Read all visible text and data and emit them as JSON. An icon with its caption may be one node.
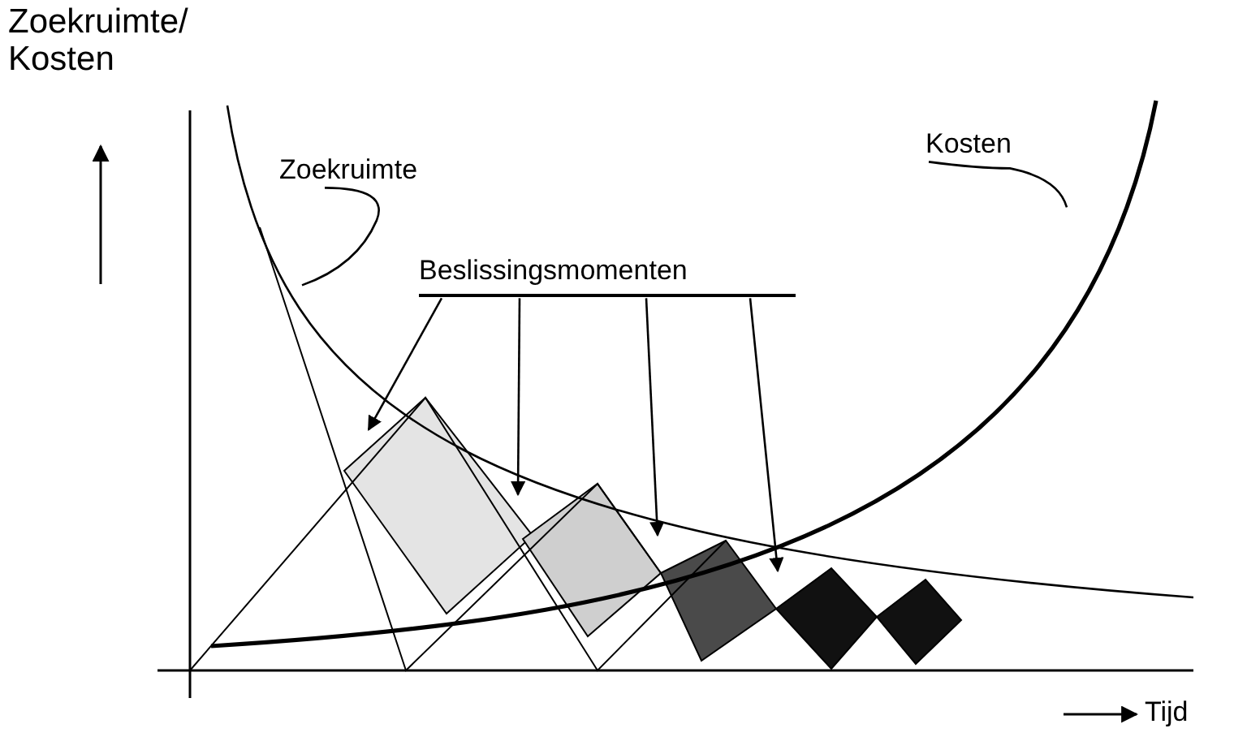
{
  "diagram": {
    "nodes": [
      {
        "text": [
          "Zoekruimte"
        ]
      },
      {
        "text": [
          "Kosten"
        ]
      },
      {
        "text": [
          "Beslissingsmomenten"
        ]
      }
    ],
    "edges": [
      {
        "from": 0,
        "to": null,
        "arrow": "none"
      },
      {
        "from": 1,
        "to": null,
        "arrow": "none"
      },
      {
        "from": 2,
        "to": null,
        "arrow": "to"
      },
      {
        "from": 2,
        "to": null,
        "arrow": "to"
      },
      {
        "from": 2,
        "to": null,
        "arrow": "to"
      },
      {
        "from": 2,
        "to": null,
        "arrow": "to"
      }
    ],
    "labels": [
      "Zoekruimte/ Kosten",
      "Tijd"
    ]
  }
}
